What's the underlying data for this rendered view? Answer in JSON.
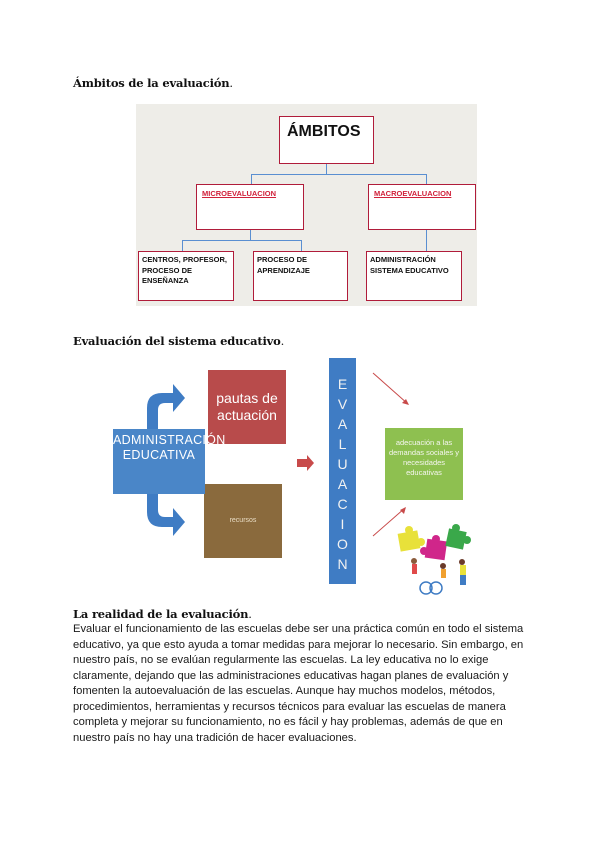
{
  "sections": {
    "ambitos_heading": "Ámbitos de la evaluación",
    "sistema_heading": "Evaluación del sistema educativo",
    "realidad_heading": "La realidad de la evaluación"
  },
  "ambitos_diagram": {
    "root": "ÁMBITOS",
    "micro": "MICROEVALUACION",
    "macro": "MACROEVALUACION",
    "leaf1": "CENTROS, PROFESOR, PROCESO DE ENSEÑANZA",
    "leaf2": "PROCESO DE APRENDIZAJE",
    "leaf3": "ADMINISTRACIÓN SISTEMA EDUCATIVO"
  },
  "eval_diagram": {
    "pautas": "pautas de actuación",
    "recursos": "recursos",
    "admin": "ADMINISTRACIÓN EDUCATIVA",
    "evaluacion_letters": [
      "E",
      "V",
      "A",
      "L",
      "U",
      "A",
      "C",
      "I",
      "O",
      "N"
    ],
    "adecuacion": "adecuación a las demandas sociales y necesidades educativas"
  },
  "paragraph": "Evaluar el funcionamiento de las escuelas debe ser una práctica común en todo el sistema educativo, ya que esto ayuda a tomar medidas para mejorar lo necesario. Sin embargo, en nuestro país, no se evalúan regularmente las escuelas. La ley educativa no lo exige claramente, dejando que las administraciones educativas hagan planes de evaluación y fomenten la autoevaluación de las escuelas. Aunque hay muchos modelos, métodos, procedimientos, herramientas y recursos técnicos para evaluar las escuelas de manera completa y mejorar su funcionamiento, no es fácil y hay problemas, además de que en nuestro país no hay una tradición de hacer evaluaciones.",
  "colors": {
    "accent_red": "#b84b4b",
    "brown": "#8a6a3d",
    "blue": "#4a86c8",
    "green": "#8ec050",
    "box_border": "#b01c3a"
  }
}
